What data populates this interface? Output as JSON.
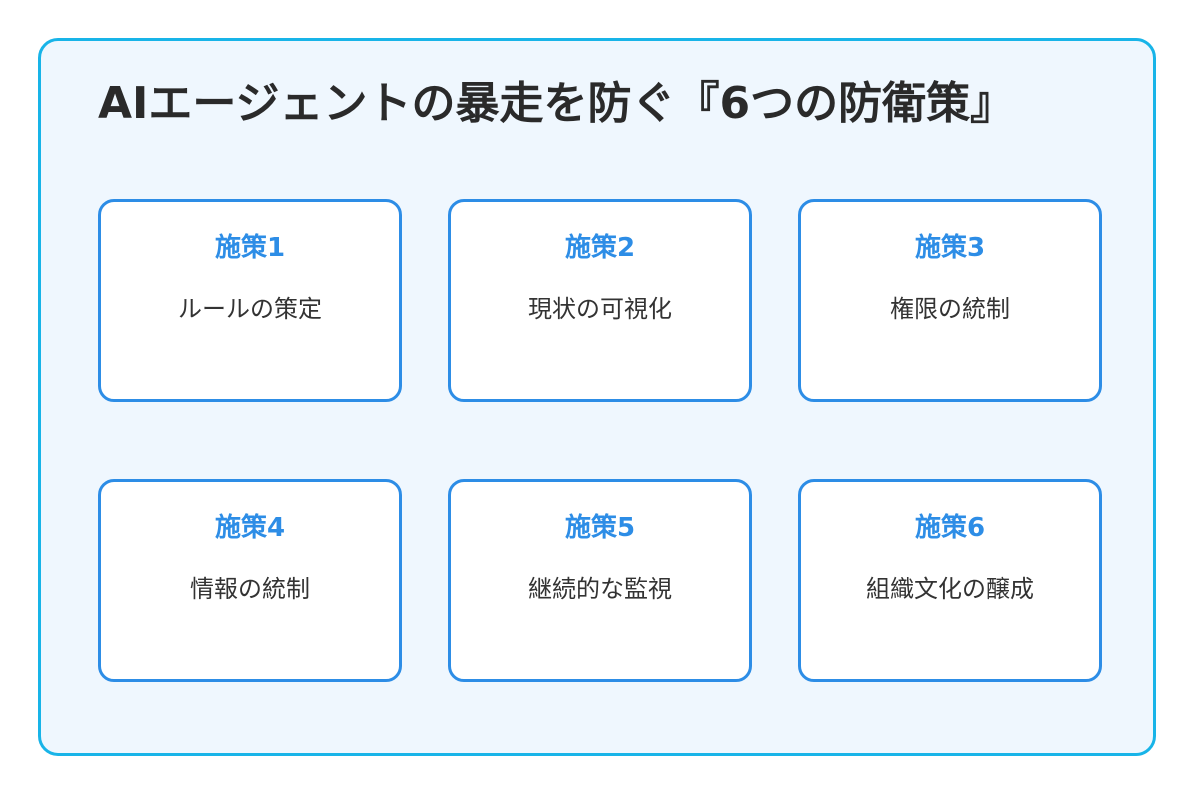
{
  "title": "AIエージェントの暴走を防ぐ『6つの防衛策』",
  "colors": {
    "panel_border": "#18b4e8",
    "panel_background": "#eff7fe",
    "card_border": "#2d8de6",
    "card_label": "#2d8de6",
    "title_text": "#2a2a2a"
  },
  "measures": [
    {
      "label": "施策1",
      "text": "ルールの策定"
    },
    {
      "label": "施策2",
      "text": "現状の可視化"
    },
    {
      "label": "施策3",
      "text": "権限の統制"
    },
    {
      "label": "施策4",
      "text": "情報の統制"
    },
    {
      "label": "施策5",
      "text": "継続的な監視"
    },
    {
      "label": "施策6",
      "text": "組織文化の醸成"
    }
  ]
}
